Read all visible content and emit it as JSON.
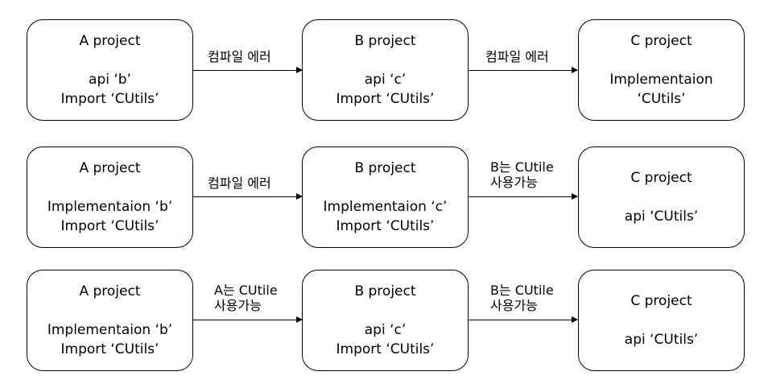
{
  "rows": [
    {
      "boxes": [
        {
          "title": "A project",
          "lines": [
            "api ‘b’",
            "Import ‘CUtils’"
          ]
        },
        {
          "title": "B project",
          "lines": [
            "api ‘c’",
            "Import ‘CUtils’"
          ]
        },
        {
          "title": "C project",
          "lines": [
            "Implementaion",
            "‘CUtils’"
          ]
        }
      ],
      "arrows": [
        {
          "lines": [
            "컴파일 에러"
          ]
        },
        {
          "lines": [
            "컴파일 에러"
          ]
        }
      ]
    },
    {
      "boxes": [
        {
          "title": "A project",
          "lines": [
            "Implementaion ‘b’",
            "Import ‘CUtils’"
          ]
        },
        {
          "title": "B project",
          "lines": [
            "Implementaion ‘c’",
            "Import ‘CUtils’"
          ]
        },
        {
          "title": "C project",
          "lines": [
            "api ‘CUtils’"
          ]
        }
      ],
      "arrows": [
        {
          "lines": [
            "컴파일 에러"
          ]
        },
        {
          "lines": [
            "B는 CUtile",
            "사용가능"
          ]
        }
      ]
    },
    {
      "boxes": [
        {
          "title": "A project",
          "lines": [
            "Implementaion ‘b’",
            "Import ‘CUtils’"
          ]
        },
        {
          "title": "B project",
          "lines": [
            "api ‘c’",
            "Import ‘CUtils’"
          ]
        },
        {
          "title": "C project",
          "lines": [
            "api ‘CUtils’"
          ]
        }
      ],
      "arrows": [
        {
          "lines": [
            "A는 CUtile",
            "사용가능"
          ]
        },
        {
          "lines": [
            "B는 CUtile",
            "사용가능"
          ]
        }
      ]
    }
  ]
}
